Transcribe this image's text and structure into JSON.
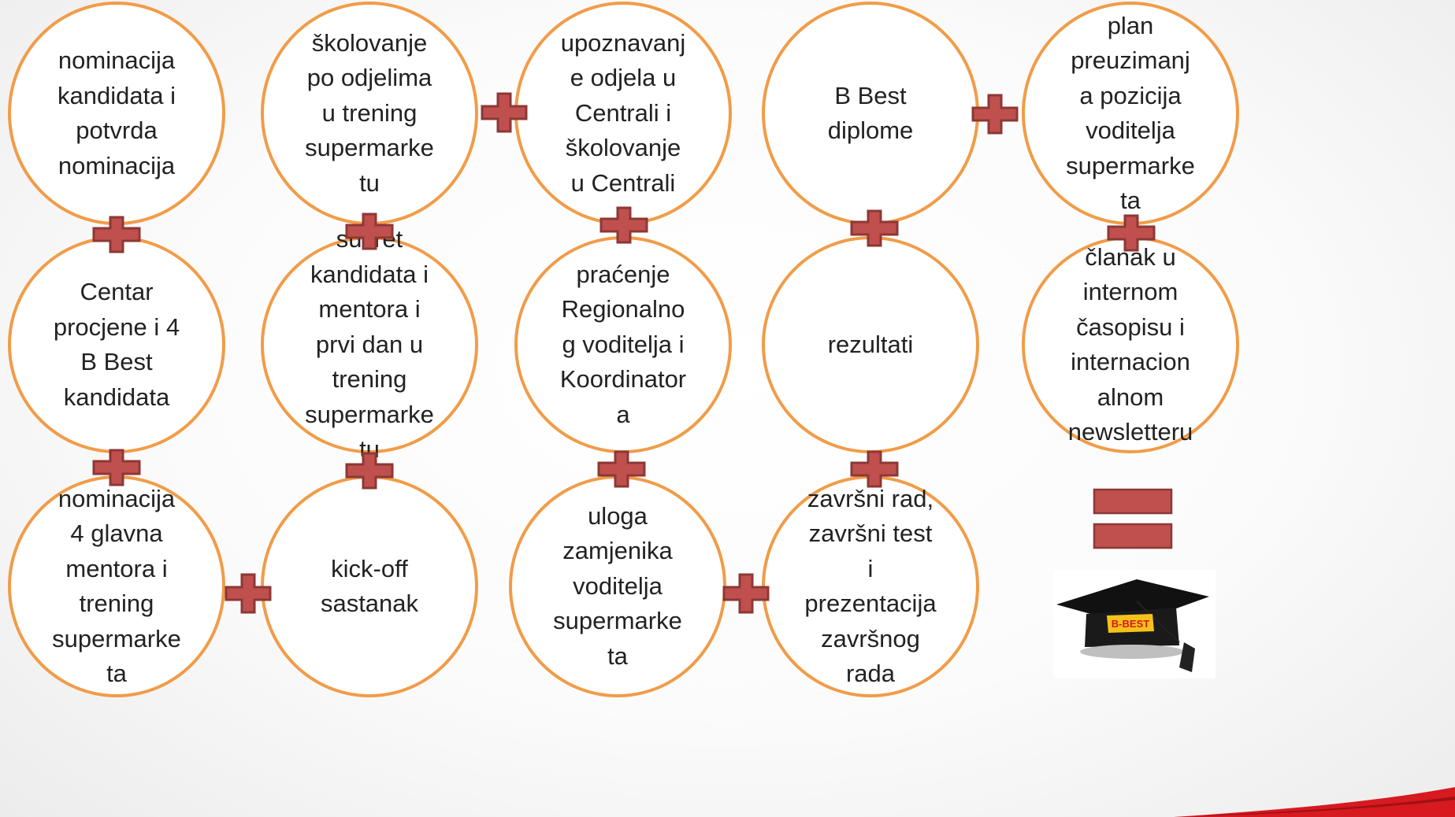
{
  "diagram": {
    "nodes": [
      {
        "id": "n1",
        "text": "nominacija\nkandidata i\npotvrda\nnominacija"
      },
      {
        "id": "n2",
        "text": "školovanje\npo odjelima\nu trening\nsupermarke\ntu"
      },
      {
        "id": "n3",
        "text": "upoznavanj\ne odjela u\nCentrali i\nškolovanje\nu Centrali"
      },
      {
        "id": "n4",
        "text": "B Best\ndiplome"
      },
      {
        "id": "n5",
        "text": "plan\npreuzimanj\na pozicija\nvoditelja\nsupermarke\nta"
      },
      {
        "id": "n6",
        "text": "Centar\nprocjene i 4\nB Best\nkandidata"
      },
      {
        "id": "n7",
        "text": "susret\nkandidata i\nmentora i\nprvi dan u\ntrening\nsupermarke\ntu"
      },
      {
        "id": "n8",
        "text": "praćenje\nRegionalno\ng voditelja i\nKoordinator\na"
      },
      {
        "id": "n9",
        "text": "rezultati"
      },
      {
        "id": "n10",
        "text": "članak u\ninternom\nčasopisu i\ninternacion\nalnom\nnewsletteru"
      },
      {
        "id": "n11",
        "text": "nominacija\n4 glavna\nmentora i\ntrening\nsupermarke\nta"
      },
      {
        "id": "n12",
        "text": "kick-off\nsastanak"
      },
      {
        "id": "n13",
        "text": "uloga\nzamjenika\nvoditelja\nsupermarke\nta"
      },
      {
        "id": "n14",
        "text": "završni rad,\nzavršni test\ni\nprezentacija\nzavršnog\nrada"
      }
    ],
    "connector_symbol": "plus-icon",
    "result_symbol": "equals-icon",
    "logo_text": "B-BEST"
  },
  "colors": {
    "circle_border": "#f19c48",
    "circle_fill": "#ffffff",
    "plus_fill": "#c0504d",
    "plus_stroke": "#8c3836",
    "text": "#222222",
    "corner_accent": "#d71920"
  }
}
